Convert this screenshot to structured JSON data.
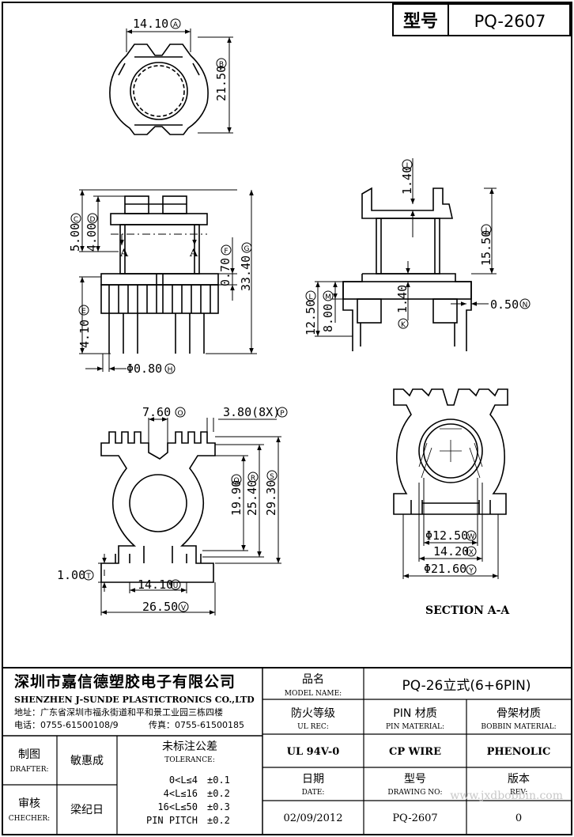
{
  "header": {
    "type_label": "型号",
    "type_value": "PQ-2607"
  },
  "dimensions": {
    "top_width": "14.10",
    "top_width_ref": "A",
    "top_height": "21.50",
    "top_height_ref": "B",
    "side_c": "5.00",
    "side_c_ref": "C",
    "side_d": "4.00",
    "side_d_ref": "D",
    "side_e": "4.10",
    "side_e_ref": "E",
    "side_f": "0.70",
    "side_f_ref": "F",
    "side_g": "33.40",
    "side_g_ref": "G",
    "pin_dia": "Φ0.80",
    "pin_dia_ref": "H",
    "section_mark": "A",
    "sv_i": "1.40",
    "sv_i_ref": "I",
    "sv_j": "15.50",
    "sv_j_ref": "J",
    "sv_k": "1.40",
    "sv_k_ref": "K",
    "sv_l": "12.50",
    "sv_l_ref": "L",
    "sv_m": "8.00",
    "sv_m_ref": "M",
    "sv_n": "0.50",
    "sv_n_ref": "N",
    "bv_o": "7.60",
    "bv_o_ref": "O",
    "bv_p": "3.80(8X)",
    "bv_p_ref": "P",
    "bv_q": "19.90",
    "bv_q_ref": "Q",
    "bv_r": "25.40",
    "bv_r_ref": "R",
    "bv_s": "29.30",
    "bv_s_ref": "S",
    "bv_t": "1.00",
    "bv_t_ref": "T",
    "bv_u": "14.10",
    "bv_u_ref": "U",
    "bv_v": "26.50",
    "bv_v_ref": "V",
    "sec_w": "Φ12.50",
    "sec_w_ref": "W",
    "sec_x": "14.20",
    "sec_x_ref": "X",
    "sec_y": "Φ21.60",
    "sec_y_ref": "Y"
  },
  "section_title": "SECTION A-A",
  "title_block": {
    "company_cn": "深圳市嘉信德塑胶电子有限公司",
    "company_en": "SHENZHEN J-SUNDE PLASTICTRONICS CO.,LTD",
    "address": "地址：广东省深圳市福永街道和平和景工业园三栋四楼",
    "phone": "电话：0755-61500108/9",
    "fax": "传真：0755-61500185",
    "model_name_cn": "品名",
    "model_name_en": "MODEL NAME:",
    "model_name_value": "PQ-26立式(6+6PIN)",
    "ul_rec_cn": "防火等级",
    "ul_rec_en": "UL REC:",
    "pin_material_cn": "PIN 材质",
    "pin_material_en": "PIN MATERIAL:",
    "bobbin_material_cn": "骨架材质",
    "bobbin_material_en": "BOBBIN MATERIAL:",
    "drafter_cn": "制图",
    "drafter_en": "DRAFTER:",
    "drafter_name": "敏惠成",
    "tolerance_cn": "未标注公差",
    "tolerance_en": "TOLERANCE:",
    "ul_value": "UL 94V-0",
    "pin_value": "CP WIRE",
    "bobbin_value": "PHENOLIC",
    "tol_rows": [
      {
        "range": "0<L≤4",
        "value": "±0.1"
      },
      {
        "range": "4<L≤16",
        "value": "±0.2"
      },
      {
        "range": "16<L≤50",
        "value": "±0.3"
      },
      {
        "range": "PIN PITCH",
        "value": "±0.2"
      }
    ],
    "checker_cn": "审核",
    "checker_en": "CHECHER:",
    "checker_name": "梁纪日",
    "date_cn": "日期",
    "date_en": "DATE:",
    "date_value": "02/09/2012",
    "drawing_no_cn": "型号",
    "drawing_no_en": "DRAWING NO:",
    "drawing_no_value": "PQ-2607",
    "rev_cn": "版本",
    "rev_en": "REV:",
    "rev_value": "0"
  },
  "watermark": "www.jxdbobbin.com"
}
